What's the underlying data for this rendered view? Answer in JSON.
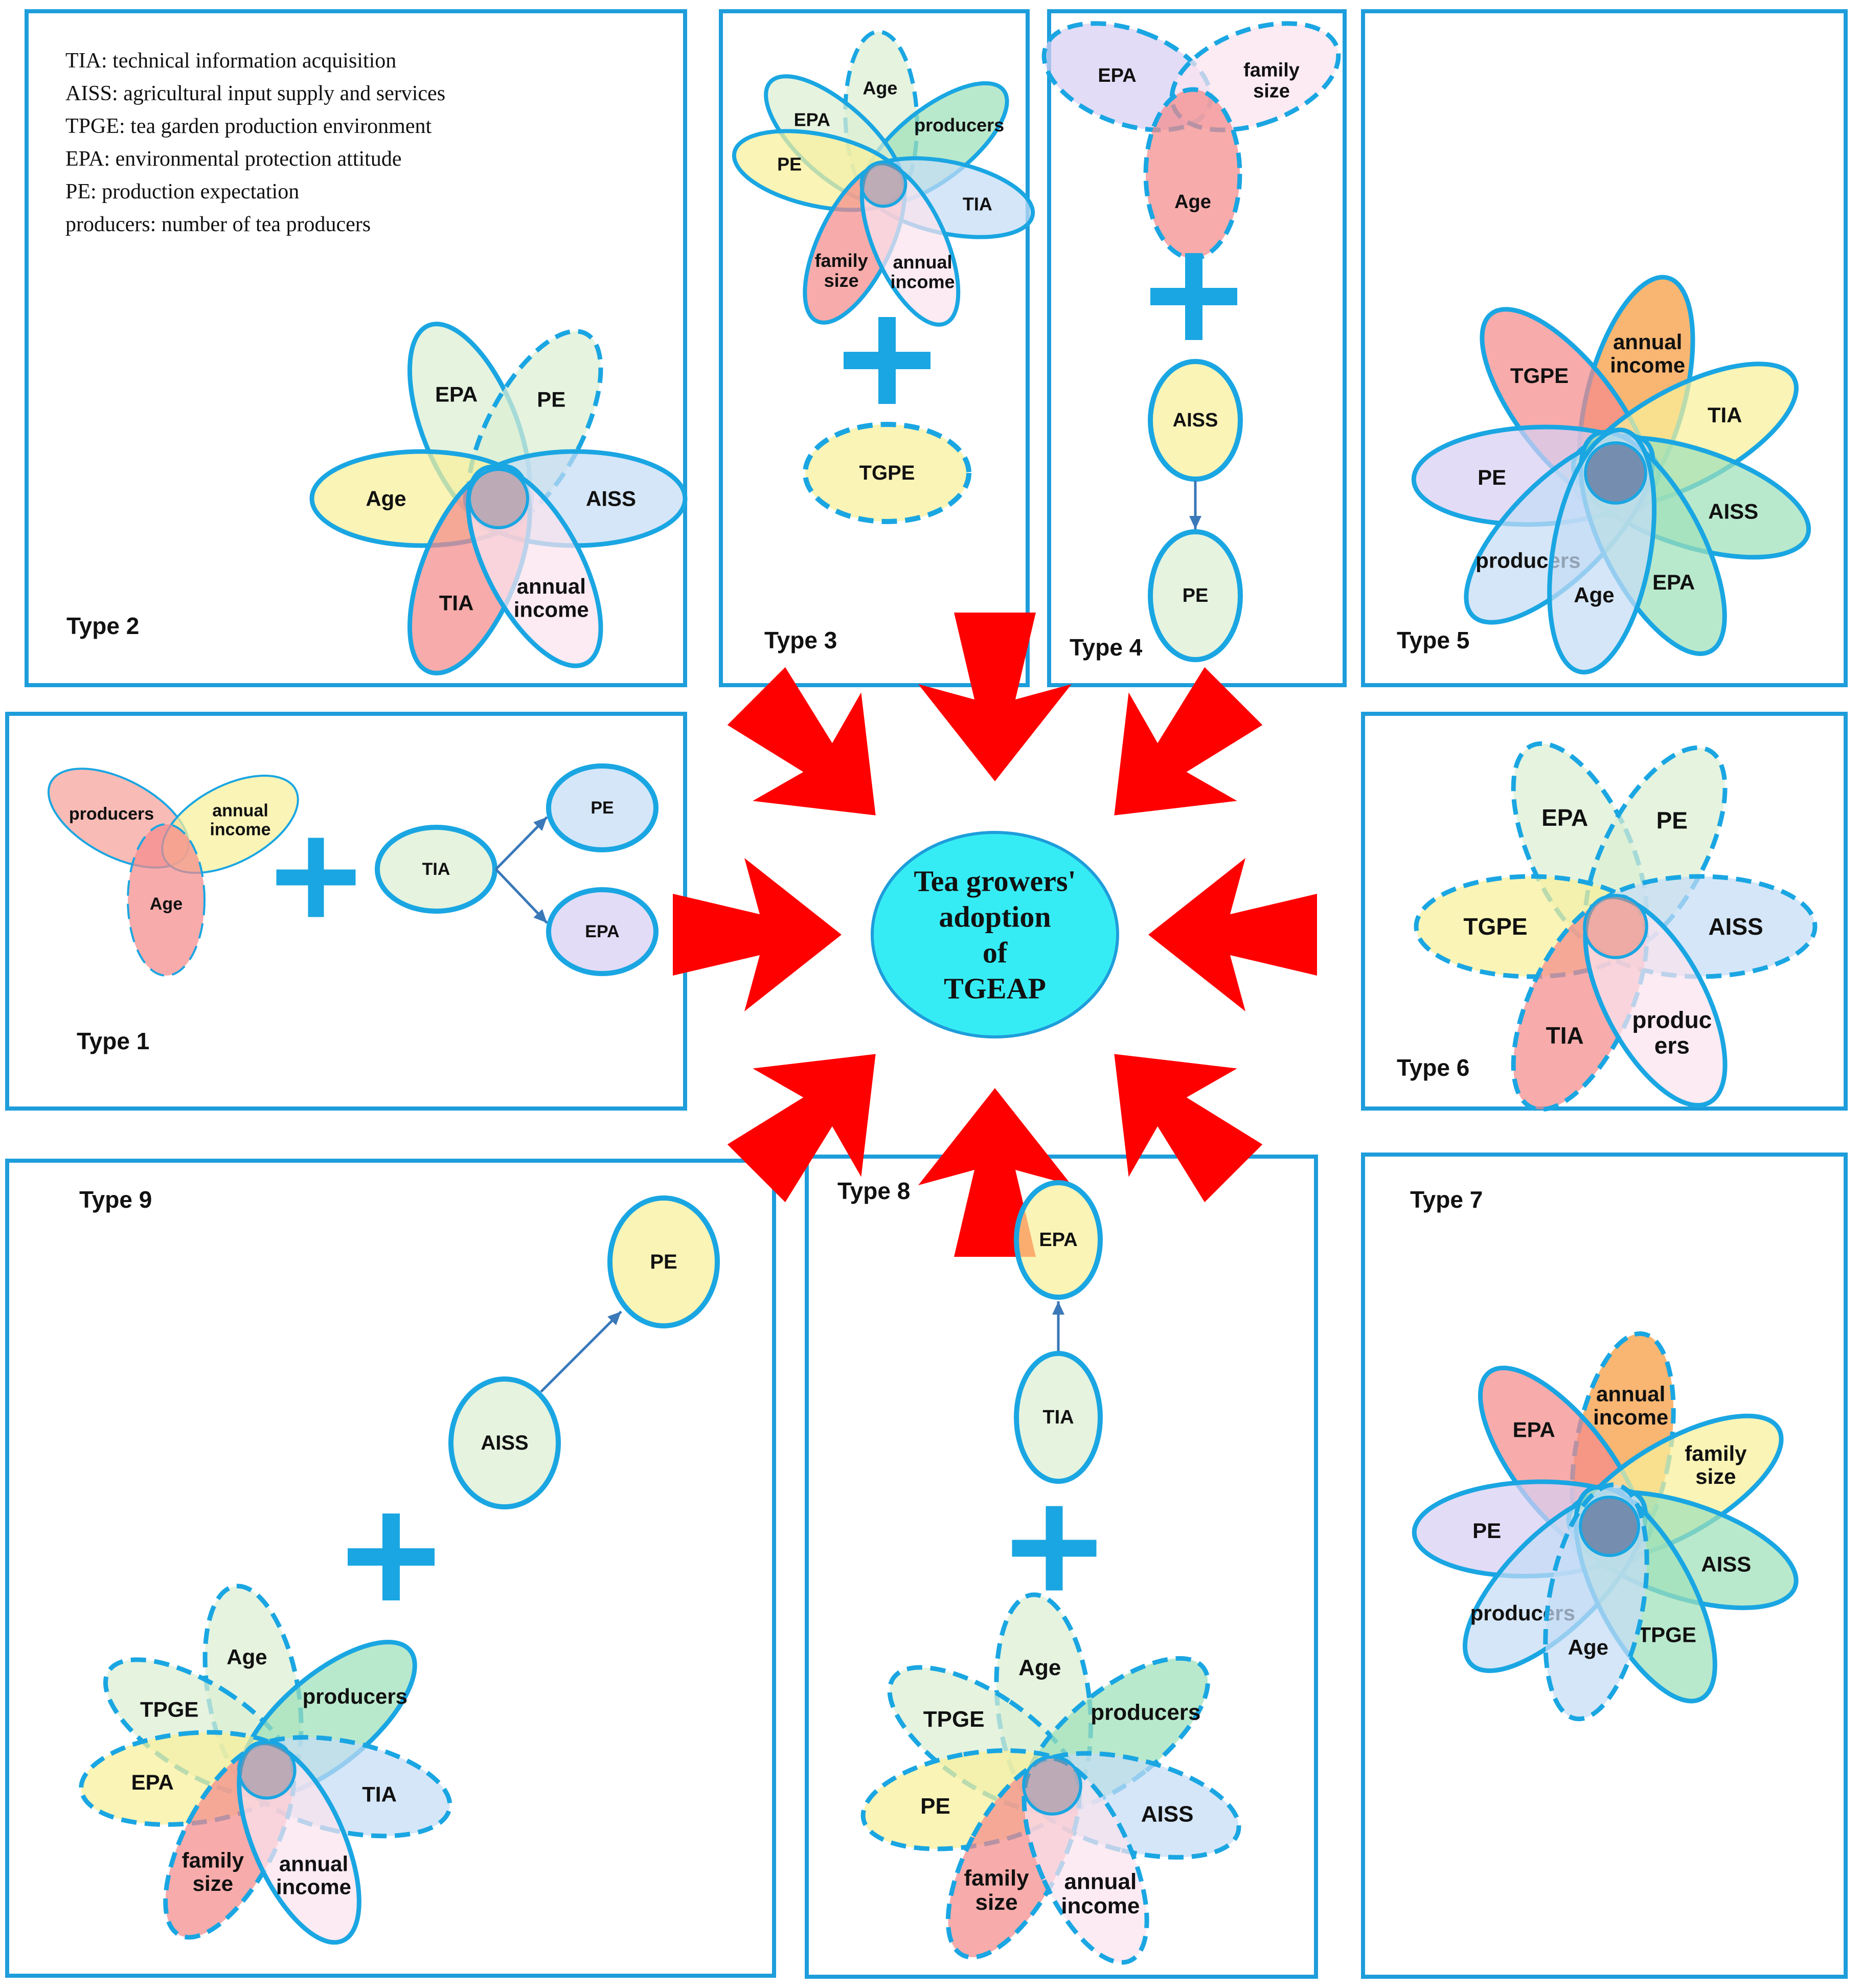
{
  "colors": {
    "frame": "#1e9ddb",
    "accent_blue": "#1aa6e2",
    "arrow_red": "#ff0000",
    "center_fill": "#36ecf4",
    "yellow": "#f8f09a",
    "orange": "#f59a3c",
    "pink": "#f48a8a",
    "lavender": "#d7cff3",
    "blue": "#c5dcf5",
    "green": "#9ee0b8",
    "lightgreen": "#dbefd2",
    "salmon": "#f7a19a",
    "lightpink": "#fbe3ef"
  },
  "legend": [
    "TIA:  technical  information  acquisition",
    "AISS:  agricultural  input  supply  and  services",
    "TPGE:  tea  garden  production  environment",
    "EPA:  environmental  protection  attitude",
    "PE: production  expectation",
    "producers:  number of tea  producers"
  ],
  "center": {
    "lines": [
      "Tea growers'",
      "adoption",
      "of",
      "TGEAP"
    ]
  },
  "plus_sign": "+",
  "panels": [
    {
      "id": "type2",
      "title": "Type  2",
      "petals": [
        {
          "label": "EPA",
          "color": "lightgreen",
          "dashed": false
        },
        {
          "label": "PE",
          "color": "lightgreen",
          "dashed": true
        },
        {
          "label": "Age",
          "color": "yellow",
          "dashed": false
        },
        {
          "label": "AISS",
          "color": "blue",
          "dashed": false
        },
        {
          "label": "TIA",
          "color": "pink",
          "dashed": false
        },
        {
          "label": "annual income",
          "color": "lightpink",
          "dashed": false
        }
      ]
    },
    {
      "id": "type3",
      "title": "Type  3",
      "petals": [
        {
          "label": "Age",
          "color": "lightgreen",
          "dashed": true
        },
        {
          "label": "producers",
          "color": "green",
          "dashed": false
        },
        {
          "label": "EPA",
          "color": "lightgreen",
          "dashed": false
        },
        {
          "label": "TIA",
          "color": "blue",
          "dashed": false
        },
        {
          "label": "PE",
          "color": "yellow",
          "dashed": false
        },
        {
          "label": "family size",
          "color": "pink",
          "dashed": false
        },
        {
          "label": "annual income",
          "color": "lightpink",
          "dashed": false
        }
      ],
      "extra": {
        "label": "TGPE",
        "color": "yellow",
        "dashed": true
      }
    },
    {
      "id": "type4",
      "title": "Type 4",
      "petals": [
        {
          "label": "EPA",
          "color": "lavender",
          "dashed": true
        },
        {
          "label": "family size",
          "color": "lightpink",
          "dashed": true
        },
        {
          "label": "Age",
          "color": "pink",
          "dashed": true
        }
      ],
      "chain": [
        {
          "label": "AISS",
          "color": "yellow",
          "dashed": false
        },
        {
          "label": "PE",
          "color": "lightgreen",
          "dashed": false
        }
      ]
    },
    {
      "id": "type5",
      "title": "Type  5",
      "petals": [
        {
          "label": "annual income",
          "color": "orange",
          "dashed": false
        },
        {
          "label": "TGPE",
          "color": "pink",
          "dashed": false
        },
        {
          "label": "TIA",
          "color": "yellow",
          "dashed": false
        },
        {
          "label": "PE",
          "color": "lavender",
          "dashed": false
        },
        {
          "label": "AISS",
          "color": "green",
          "dashed": false
        },
        {
          "label": "producers",
          "color": "blue",
          "dashed": false
        },
        {
          "label": "EPA",
          "color": "green",
          "dashed": false
        },
        {
          "label": "Age",
          "color": "blue",
          "dashed": false
        }
      ]
    },
    {
      "id": "type1",
      "title": "Type  1",
      "petals": [
        {
          "label": "producers",
          "color": "salmon",
          "dashed": false
        },
        {
          "label": "annual income",
          "color": "yellow",
          "dashed": false
        },
        {
          "label": "Age",
          "color": "pink",
          "dashed": true
        }
      ],
      "hub": {
        "label": "TIA",
        "color": "lightgreen",
        "dashed": false
      },
      "targets": [
        {
          "label": "PE",
          "color": "blue",
          "dashed": false
        },
        {
          "label": "EPA",
          "color": "lavender",
          "dashed": false
        }
      ]
    },
    {
      "id": "type6",
      "title": "Type  6",
      "petals": [
        {
          "label": "EPA",
          "color": "lightgreen",
          "dashed": true
        },
        {
          "label": "PE",
          "color": "lightgreen",
          "dashed": true
        },
        {
          "label": "TGPE",
          "color": "yellow",
          "dashed": true
        },
        {
          "label": "AISS",
          "color": "blue",
          "dashed": true
        },
        {
          "label": "TIA",
          "color": "pink",
          "dashed": true
        },
        {
          "label": "produc ers",
          "color": "lightpink",
          "dashed": false
        }
      ]
    },
    {
      "id": "type9",
      "title": "Type  9",
      "petals": [
        {
          "label": "Age",
          "color": "lightgreen",
          "dashed": true
        },
        {
          "label": "TPGE",
          "color": "lightgreen",
          "dashed": true
        },
        {
          "label": "producers",
          "color": "green",
          "dashed": false
        },
        {
          "label": "EPA",
          "color": "yellow",
          "dashed": true
        },
        {
          "label": "TIA",
          "color": "blue",
          "dashed": true
        },
        {
          "label": "family size",
          "color": "pink",
          "dashed": true
        },
        {
          "label": "annual income",
          "color": "lightpink",
          "dashed": false
        }
      ],
      "chain": [
        {
          "label": "AISS",
          "color": "lightgreen",
          "dashed": false
        },
        {
          "label": "PE",
          "color": "yellow",
          "dashed": false
        }
      ]
    },
    {
      "id": "type8",
      "title": "Type  8",
      "chain": [
        {
          "label": "EPA",
          "color": "yellow",
          "dashed": false
        },
        {
          "label": "TIA",
          "color": "lightgreen",
          "dashed": false
        }
      ],
      "petals": [
        {
          "label": "Age",
          "color": "lightgreen",
          "dashed": true
        },
        {
          "label": "TPGE",
          "color": "lightgreen",
          "dashed": true
        },
        {
          "label": "producers",
          "color": "green",
          "dashed": true
        },
        {
          "label": "PE",
          "color": "yellow",
          "dashed": true
        },
        {
          "label": "AISS",
          "color": "blue",
          "dashed": true
        },
        {
          "label": "family size",
          "color": "pink",
          "dashed": true
        },
        {
          "label": "annual income",
          "color": "lightpink",
          "dashed": true
        }
      ]
    },
    {
      "id": "type7",
      "title": "Type  7",
      "petals": [
        {
          "label": "annual income",
          "color": "orange",
          "dashed": true
        },
        {
          "label": "EPA",
          "color": "pink",
          "dashed": false
        },
        {
          "label": "family size",
          "color": "yellow",
          "dashed": false
        },
        {
          "label": "PE",
          "color": "lavender",
          "dashed": false
        },
        {
          "label": "AISS",
          "color": "green",
          "dashed": false
        },
        {
          "label": "producers",
          "color": "blue",
          "dashed": false
        },
        {
          "label": "TPGE",
          "color": "green",
          "dashed": false
        },
        {
          "label": "Age",
          "color": "blue",
          "dashed": true
        }
      ]
    }
  ]
}
